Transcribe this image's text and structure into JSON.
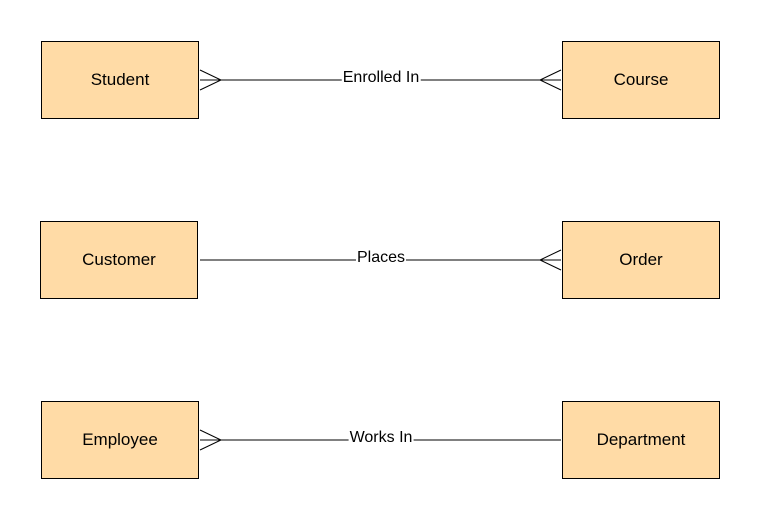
{
  "colors": {
    "entity_fill": "#FFDBA6",
    "line": "#000000",
    "background": "#FFFFFF"
  },
  "entities": {
    "student": "Student",
    "course": "Course",
    "customer": "Customer",
    "order": "Order",
    "employee": "Employee",
    "department": "Department"
  },
  "relationships": [
    {
      "label": "Enrolled In",
      "from": "Student",
      "to": "Course",
      "from_end": "many",
      "to_end": "many"
    },
    {
      "label": "Places",
      "from": "Customer",
      "to": "Order",
      "from_end": "one",
      "to_end": "many"
    },
    {
      "label": "Works In",
      "from": "Employee",
      "to": "Department",
      "from_end": "many",
      "to_end": "one"
    }
  ]
}
